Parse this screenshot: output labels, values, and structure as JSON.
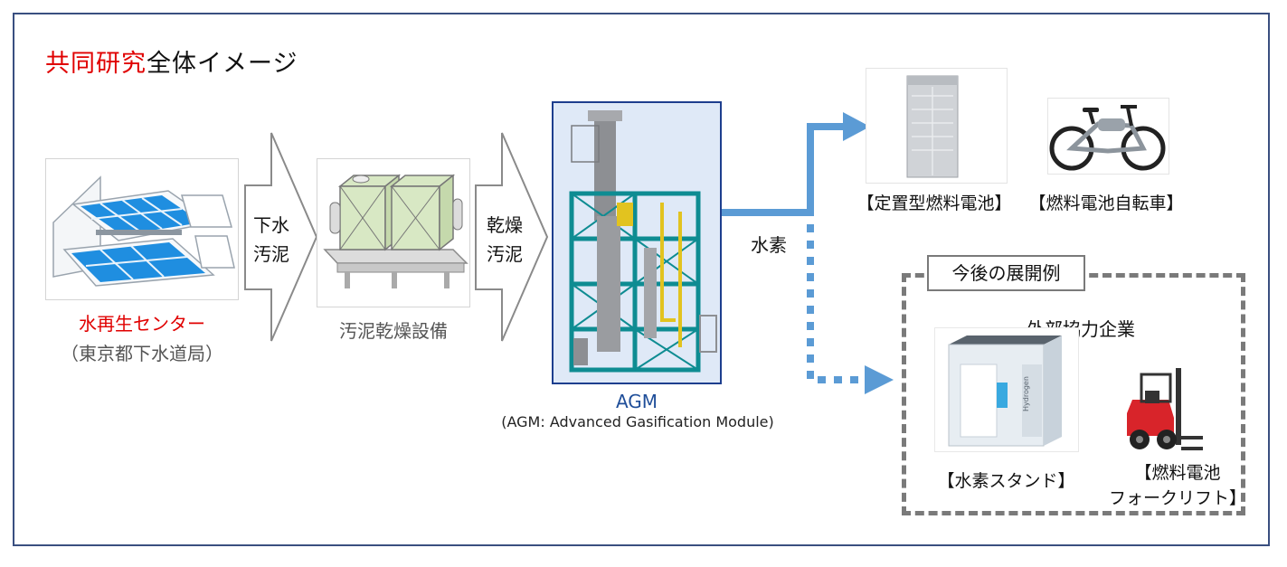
{
  "title": {
    "part_red": "共同研究",
    "part_black": "全体イメージ"
  },
  "water_center": {
    "name": "水再生センター",
    "owner": "（東京都下水道局）"
  },
  "arrow_sewage": {
    "line1": "下水",
    "line2": "汚泥"
  },
  "dryer": {
    "name": "汚泥乾燥設備"
  },
  "arrow_dried": {
    "line1": "乾燥",
    "line2": "汚泥"
  },
  "agm": {
    "name": "AGM",
    "full": "(AGM: Advanced Gasification Module)"
  },
  "hydrogen": {
    "label": "水素"
  },
  "products": {
    "fuel_cell": "【定置型燃料電池】",
    "bike": "【燃料電池自転車】"
  },
  "future": {
    "tag": "今後の展開例",
    "partners": "外部協力企業",
    "station": "【水素スタンド】",
    "forklift_line1": "【燃料電池",
    "forklift_line2": "フォークリフト】",
    "station_sign": "Hydrogen"
  },
  "colors": {
    "accent_red": "#e00000",
    "flow_blue": "#5b9bd5",
    "frame": "#3a4f80"
  }
}
